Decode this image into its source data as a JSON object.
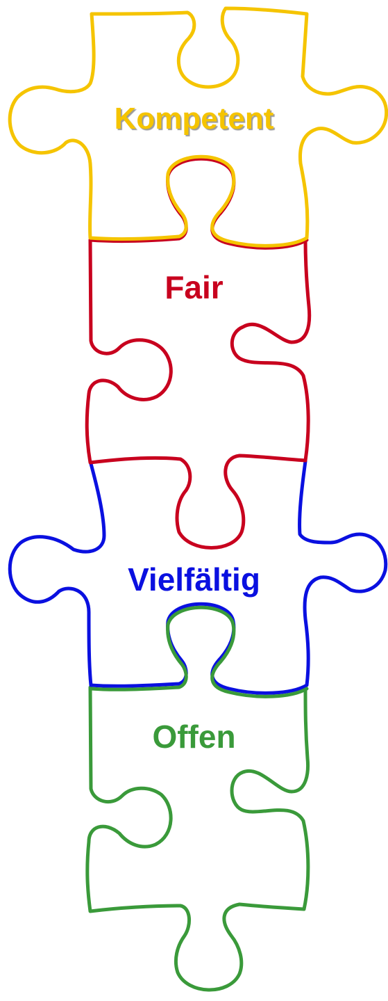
{
  "pieces": [
    {
      "label": "Kompetent",
      "color": "#f5c400"
    },
    {
      "label": "Fair",
      "color": "#c8001e"
    },
    {
      "label": "Vielfältig",
      "color": "#0a10e0"
    },
    {
      "label": "Offen",
      "color": "#3a9a3a"
    }
  ]
}
